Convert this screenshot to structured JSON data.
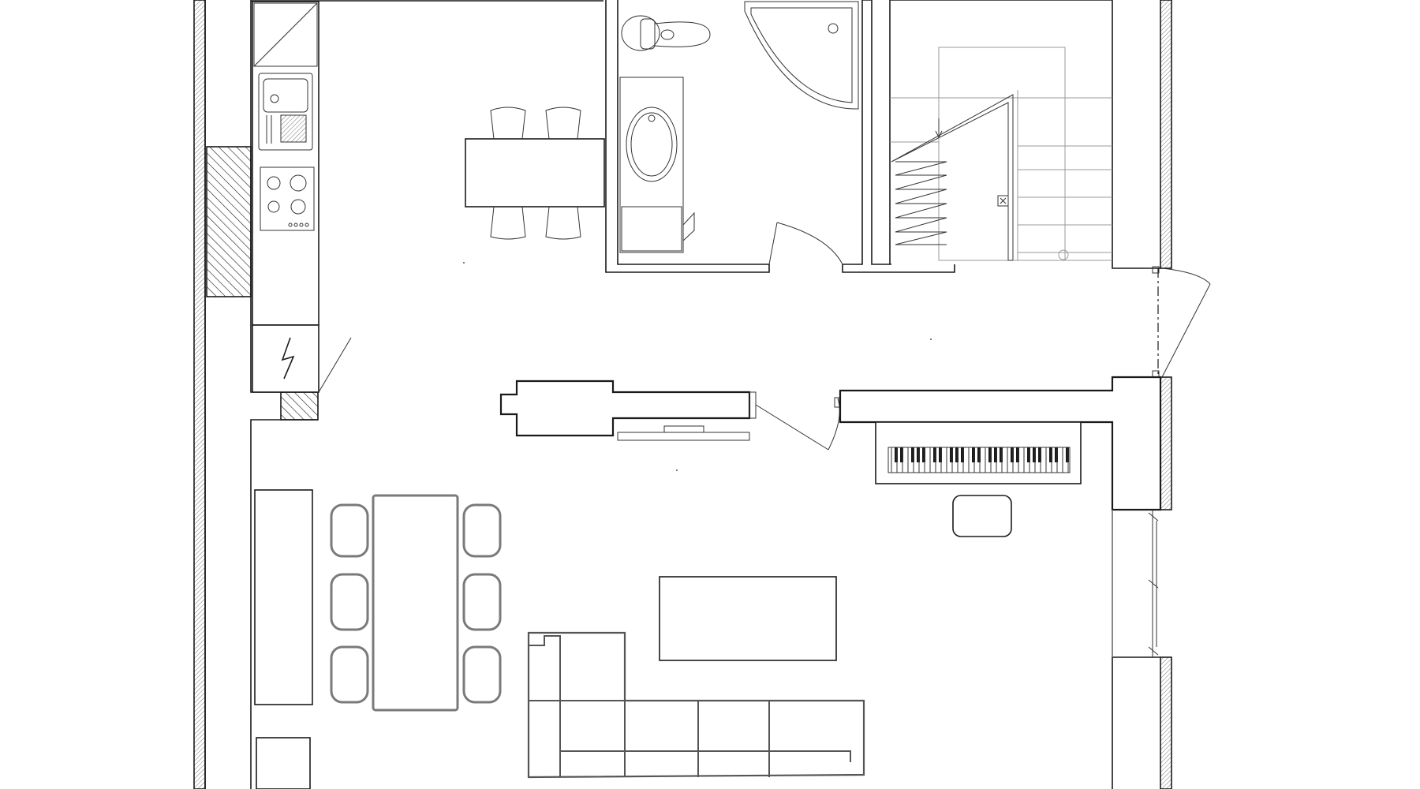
{
  "plan": {
    "rooms": [
      "kitchen",
      "dining-area",
      "bathroom",
      "staircase",
      "hallway",
      "living-room"
    ],
    "fixtures": [
      "toilet",
      "corner-shower",
      "washbasin",
      "washing-machine",
      "sink",
      "hob",
      "electrical-panel",
      "piano",
      "dining-table",
      "sofa",
      "coffee-table",
      "tv-unit"
    ]
  }
}
